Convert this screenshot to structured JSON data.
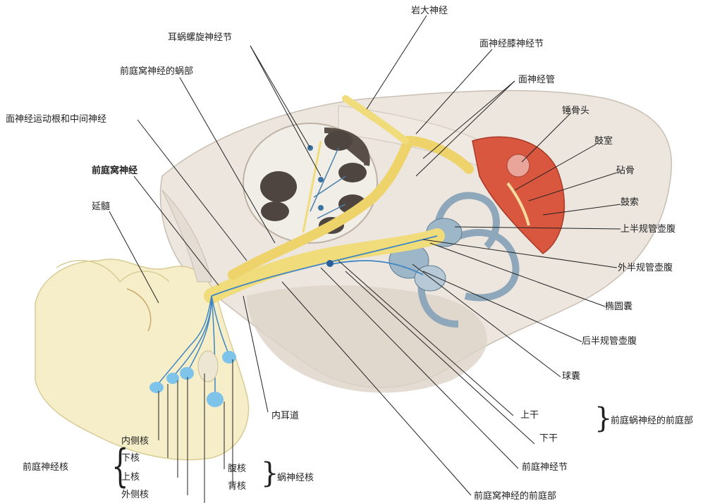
{
  "labels": {
    "petrosal_greater": "岩大神经",
    "spiral_ganglion": "耳蜗螺旋神经节",
    "geniculate_ganglion": "面神经膝神经节",
    "vestibulocochlear_cochlear_part": "前庭窝神经的蜗部",
    "facial_canal": "面神经管",
    "facial_motor_root": "面神经运动根和中间神经",
    "malleus_head": "锤骨头",
    "tympanic_cavity": "鼓室",
    "vestibulocochlear_nerve": "前庭窝神经",
    "incus": "砧骨",
    "medulla": "延髓",
    "chorda_tympani": "鼓索",
    "superior_ampulla": "上半规管壶腹",
    "lateral_ampulla": "外半规管壶腹",
    "utricle": "椭圆囊",
    "posterior_ampulla": "后半规管壶腹",
    "saccule": "球囊",
    "internal_acoustic_meatus": "内耳道",
    "superior_division": "上干",
    "inferior_division": "下干",
    "vestibular_part_group": "前庭蜗神经的前庭部",
    "vestibular_ganglion": "前庭神经节",
    "vestibular_part": "前庭窝神经的前庭部",
    "medial_nucleus": "内侧核",
    "inferior_nucleus": "下核",
    "superior_nucleus": "上核",
    "lateral_nucleus": "外侧核",
    "vestibular_nuclei": "前庭神经核",
    "ventral_nucleus": "腹核",
    "dorsal_nucleus": "背核",
    "cochlear_nuclei": "蜗神经核"
  },
  "colors": {
    "nerve": "#f0dc7a",
    "bone": "#e9e3dc",
    "brainstem": "#f6eec8",
    "labyrinth": "#9db6c8",
    "tympanic": "#d9563f",
    "nuclei": "#7ec3ea"
  }
}
